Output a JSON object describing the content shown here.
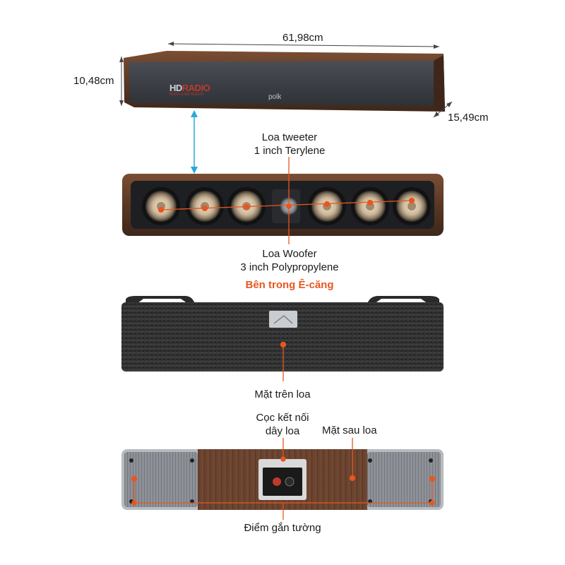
{
  "dimensions": {
    "width": "61,98cm",
    "height": "10,48cm",
    "depth": "15,49cm"
  },
  "watermark": {
    "logo_hd": "HD",
    "logo_radio": "RADIO",
    "tagline": "HIGH-END AUDIO"
  },
  "brand_mark": "polk",
  "labels": {
    "tweeter_line1": "Loa tweeter",
    "tweeter_line2": "1 inch Terylene",
    "woofer_line1": "Loa Woofer",
    "woofer_line2": "3 inch Polypropylene",
    "inside_heading": "Bên trong Ê-căng",
    "top_face": "Mặt trên loa",
    "terminal_line1": "Cọc kết nối",
    "terminal_line2": "dây loa",
    "back_face": "Mặt sau loa",
    "wall_mount": "Điểm gắn tường"
  },
  "colors": {
    "accent": "#e8571f",
    "arrow": "#29a8dc",
    "cabinet_wood": "#5a3a27",
    "grille": "#3a3d42"
  }
}
